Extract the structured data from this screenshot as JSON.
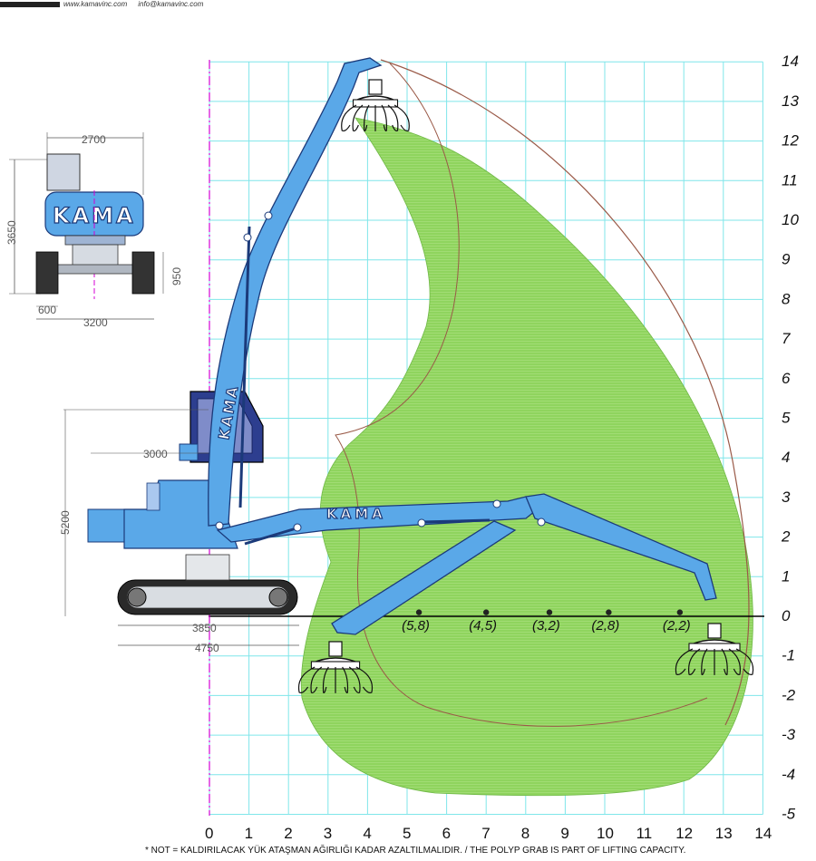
{
  "header": {
    "website": "www.kamavinc.com",
    "email": "info@kamavinc.com"
  },
  "brand": "KAMA",
  "diagram": {
    "x_axis_labels": [
      "0",
      "1",
      "2",
      "3",
      "4",
      "5",
      "6",
      "7",
      "8",
      "9",
      "10",
      "11",
      "12",
      "13",
      "14"
    ],
    "y_axis_labels": [
      "14",
      "13",
      "12",
      "11",
      "10",
      "9",
      "8",
      "7",
      "6",
      "5",
      "4",
      "3",
      "2",
      "1",
      "0",
      "-1",
      "-2",
      "-3",
      "-4",
      "-5"
    ],
    "x_range": [
      0,
      14
    ],
    "y_range": [
      -5,
      14
    ],
    "capacities": [
      {
        "label": "(5,8)",
        "x": 5.3
      },
      {
        "label": "(4,5)",
        "x": 7.0
      },
      {
        "label": "(3,2)",
        "x": 8.6
      },
      {
        "label": "(2,8)",
        "x": 10.1
      },
      {
        "label": "(2,2)",
        "x": 11.9
      }
    ],
    "colors": {
      "grid": "#7fe6ea",
      "work_area": "#8fd45e",
      "machine": "#5aa8e8",
      "machine_dark": "#1e5fae",
      "center_line": "#d400d4"
    }
  },
  "dimensions": {
    "front_width": "2700",
    "front_height": "3650",
    "track_height": "950",
    "track_width": "600",
    "gauge": "3200",
    "cab_offset": "3000",
    "machine_height": "5200",
    "track_length": "3850",
    "overall_length": "4750"
  },
  "footnote": "* NOT = KALDIRILACAK YÜK ATAŞMAN AĞIRLIĞI KADAR AZALTILMALIDIR. / THE POLYP GRAB IS PART OF LIFTING CAPACITY."
}
